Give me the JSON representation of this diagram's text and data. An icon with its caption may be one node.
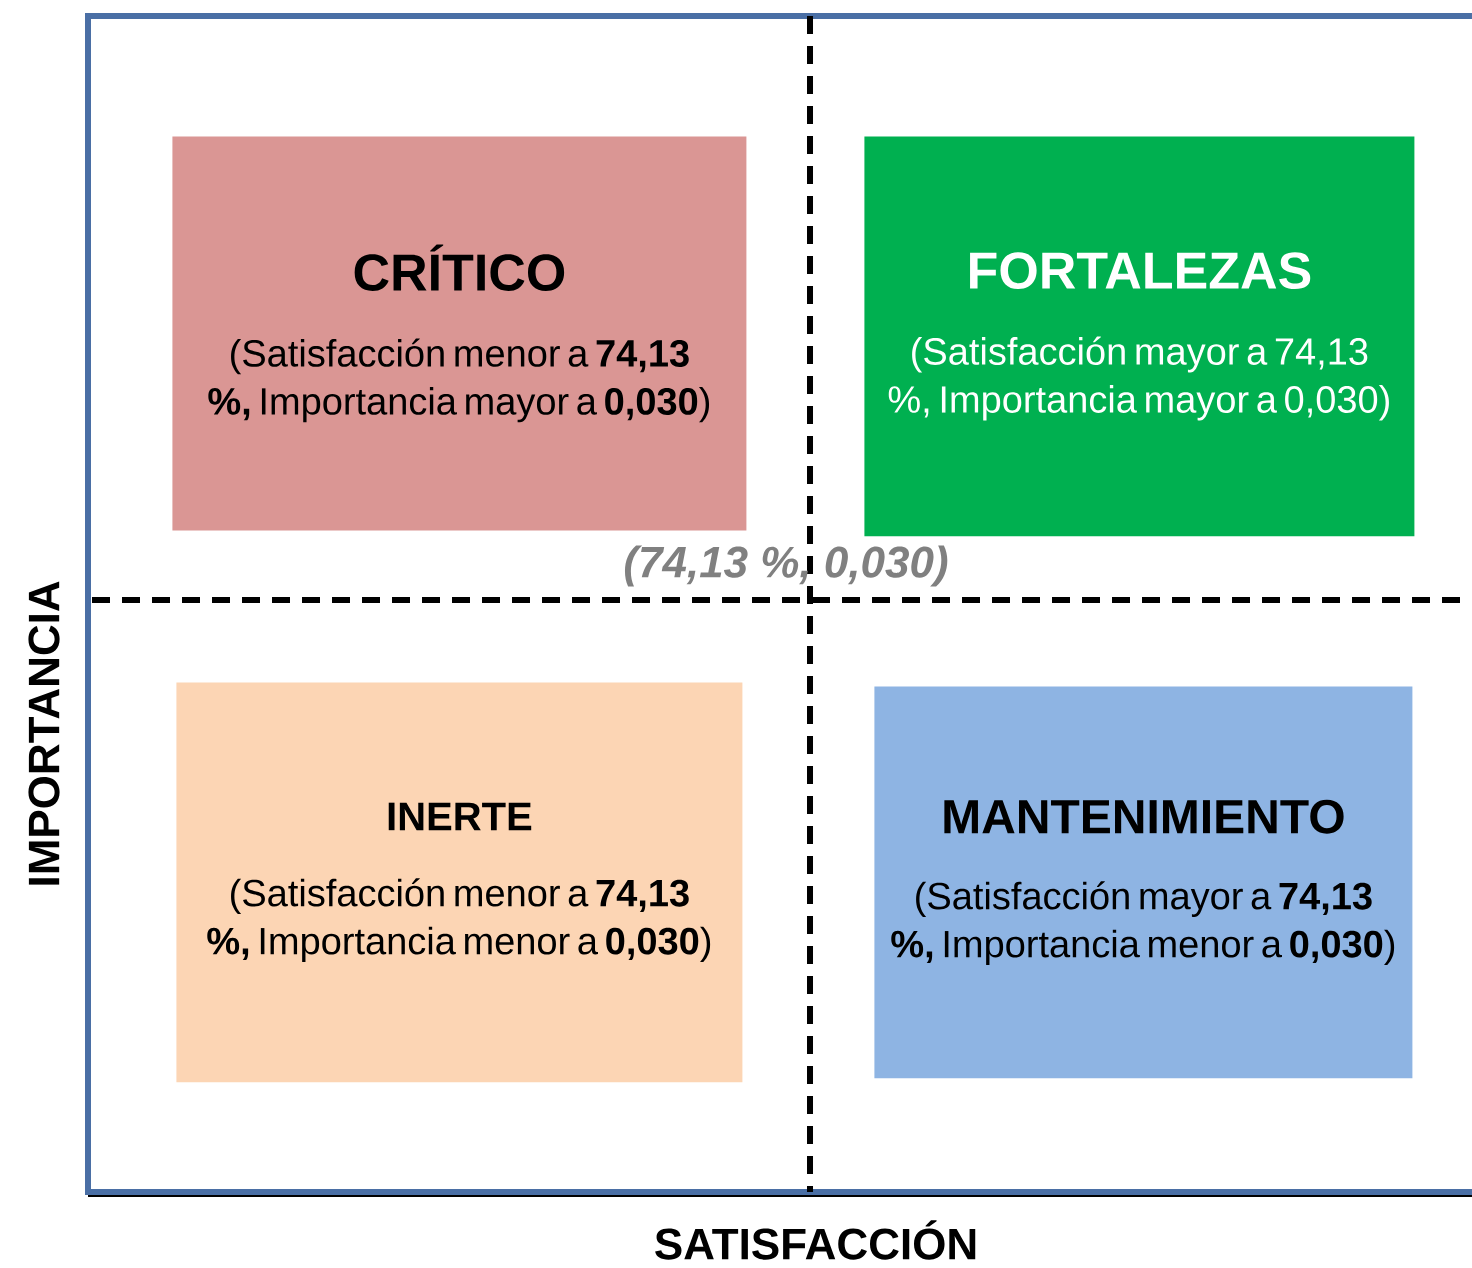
{
  "diagram": {
    "nodes": [
      {
        "text": [
          "CRÍTICO",
          "(Satisfacción menor a **74,13 %,** Importancia  mayor a **0,030**)"
        ]
      },
      {
        "text": [
          "FORTALEZAS",
          "(Satisfacción mayor a 74,13 %, Importancia mayor a 0,030)"
        ]
      },
      {
        "text": [
          "INERTE",
          "(Satisfacción menor a **74,13 %,** Importancia   menor a **0,030**)"
        ]
      },
      {
        "text": [
          "MANTENIMIENTO",
          "(Satisfacción mayor a **74,13 %,** Importancia   menor a **0,030**)"
        ]
      }
    ],
    "labels": [
      "(74,13 %, 0,030)",
      "IMPORTANCIA",
      "SATISFACCIÓN"
    ]
  }
}
